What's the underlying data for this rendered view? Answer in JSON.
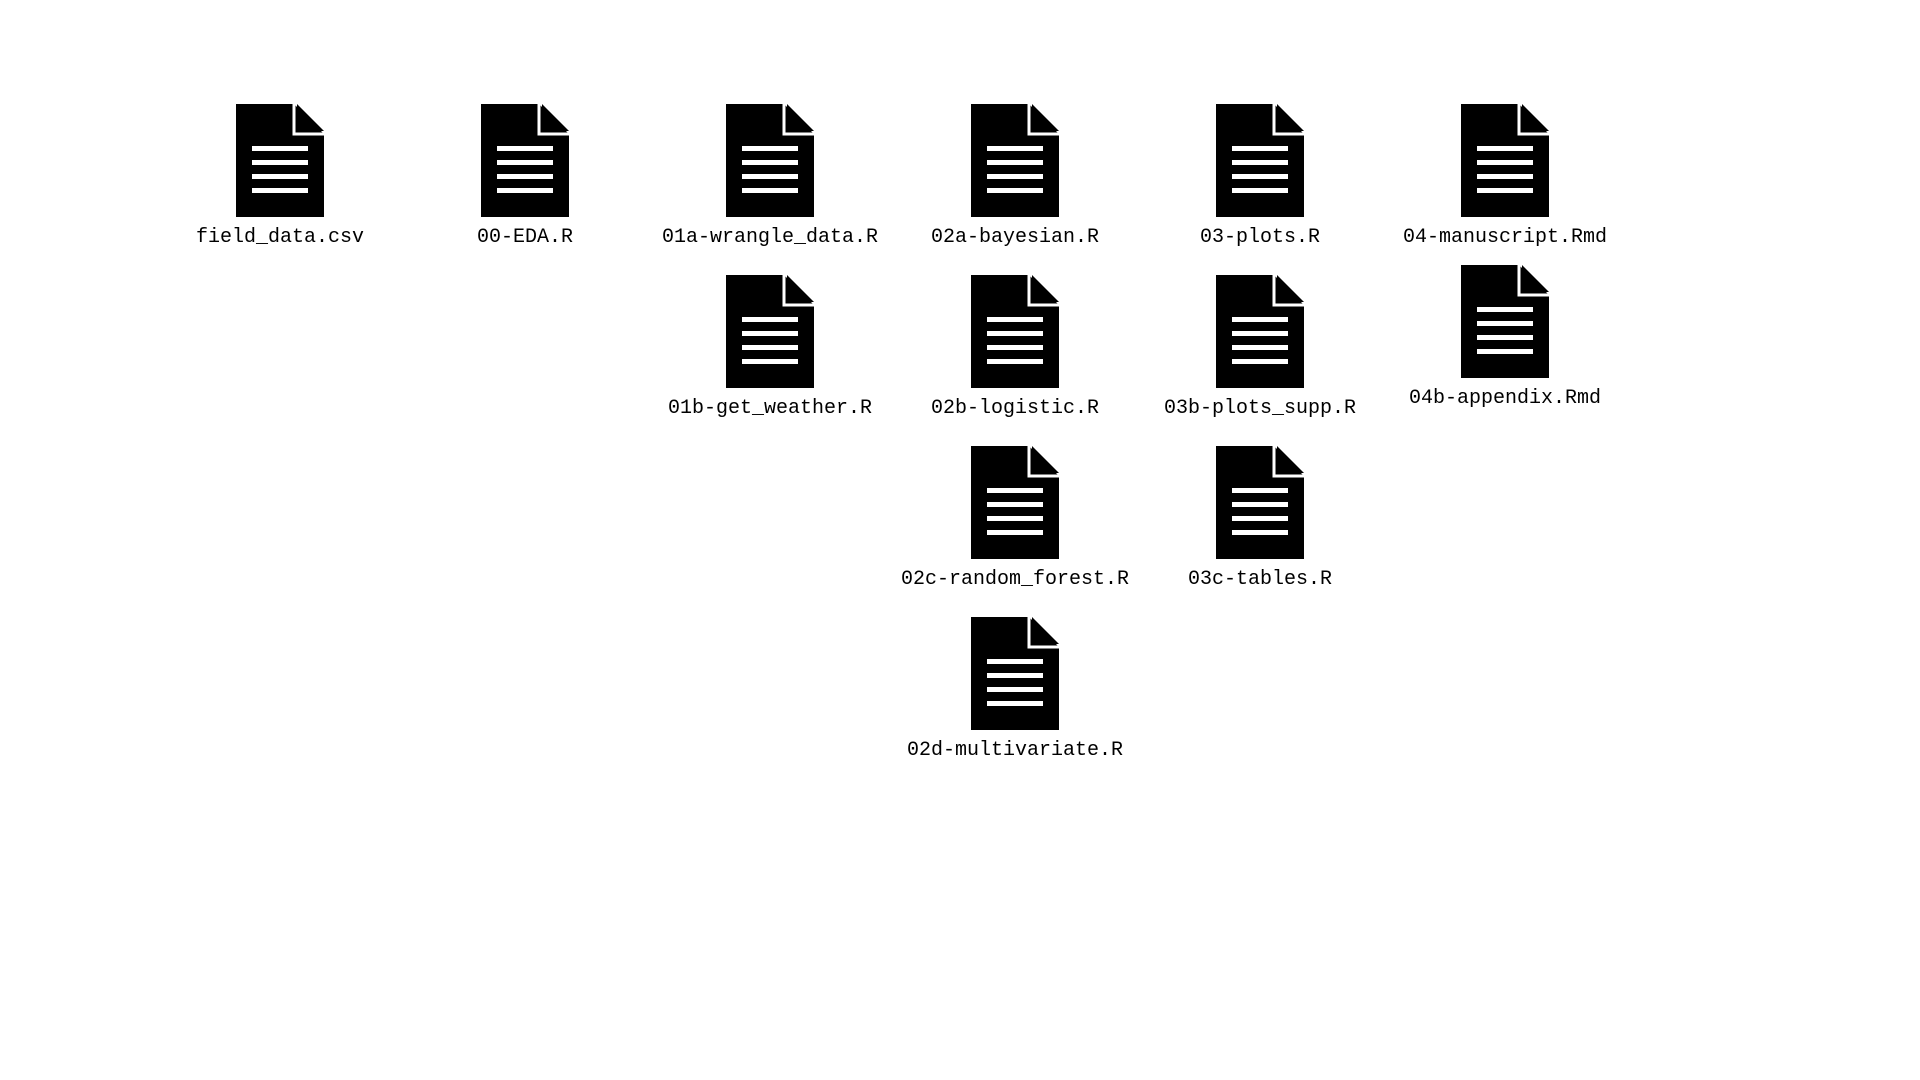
{
  "colors": {
    "background": "#ffffff",
    "icon_fill": "#000000",
    "icon_lines": "#ffffff",
    "text": "#000000"
  },
  "files": [
    {
      "id": "field-data-csv",
      "name": "field_data.csv",
      "icon": "document-icon"
    },
    {
      "id": "00-eda-r",
      "name": "00-EDA.R",
      "icon": "document-icon"
    },
    {
      "id": "01a-wrangle-data-r",
      "name": "01a-wrangle_data.R",
      "icon": "document-icon"
    },
    {
      "id": "02a-bayesian-r",
      "name": "02a-bayesian.R",
      "icon": "document-icon"
    },
    {
      "id": "03-plots-r",
      "name": "03-plots.R",
      "icon": "document-icon"
    },
    {
      "id": "04-manuscript-rmd",
      "name": "04-manuscript.Rmd",
      "icon": "document-icon"
    },
    {
      "id": "01b-get-weather-r",
      "name": "01b-get_weather.R",
      "icon": "document-icon"
    },
    {
      "id": "02b-logistic-r",
      "name": "02b-logistic.R",
      "icon": "document-icon"
    },
    {
      "id": "03b-plots-supp-r",
      "name": "03b-plots_supp.R",
      "icon": "document-icon"
    },
    {
      "id": "04b-appendix-rmd",
      "name": "04b-appendix.Rmd",
      "icon": "document-icon"
    },
    {
      "id": "02c-random-forest-r",
      "name": "02c-random_forest.R",
      "icon": "document-icon"
    },
    {
      "id": "03c-tables-r",
      "name": "03c-tables.R",
      "icon": "document-icon"
    },
    {
      "id": "02d-multivariate-r",
      "name": "02d-multivariate.R",
      "icon": "document-icon"
    }
  ]
}
